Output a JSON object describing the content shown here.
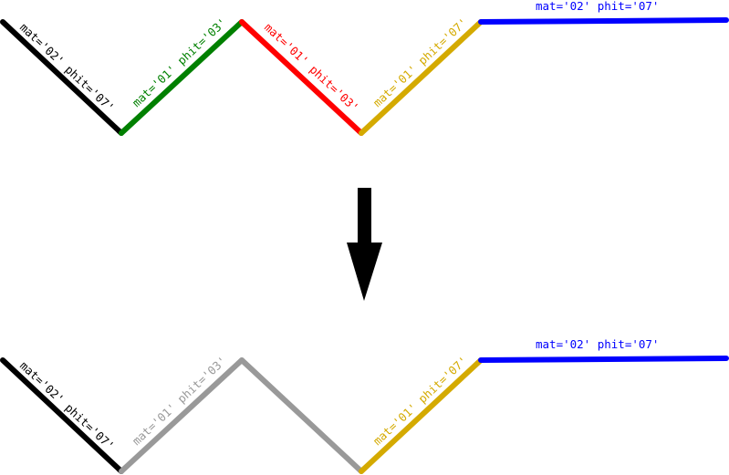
{
  "before": {
    "segments": [
      {
        "label": "mat='02' phit='07'",
        "color": "#000000"
      },
      {
        "label": "mat='01' phit='03'",
        "color": "#008000"
      },
      {
        "label": "mat='01' phit='03'",
        "color": "#ff0000"
      },
      {
        "label": "mat='01' phit='07'",
        "color": "#d4aa00"
      },
      {
        "label": "mat='02' phit='07'",
        "color": "#0000ff"
      }
    ]
  },
  "arrow": {
    "direction": "down",
    "color": "#000000"
  },
  "after": {
    "segments": [
      {
        "label": "mat='02' phit='07'",
        "color": "#000000"
      },
      {
        "label": "mat='01' phit='03'",
        "color": "#999999"
      },
      {
        "label": "",
        "color": "#999999"
      },
      {
        "label": "mat='01' phit='07'",
        "color": "#d4aa00"
      },
      {
        "label": "mat='02' phit='07'",
        "color": "#0000ff"
      }
    ]
  }
}
